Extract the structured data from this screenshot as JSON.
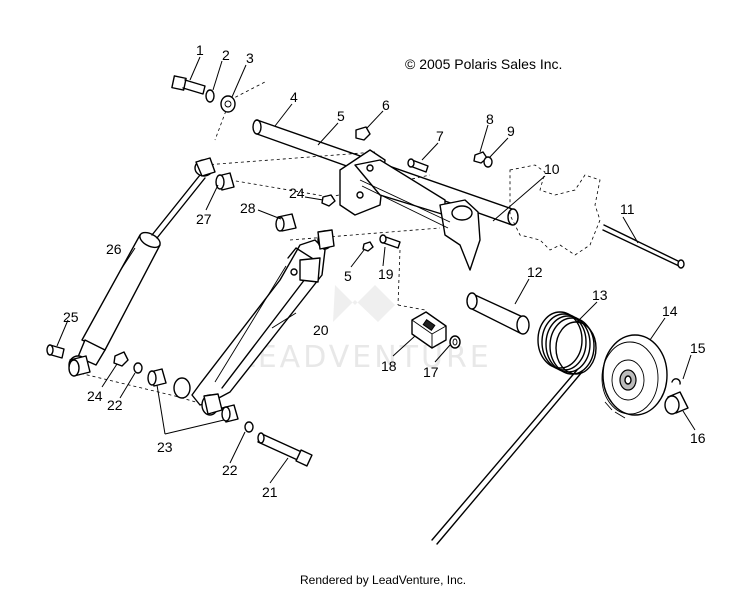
{
  "copyright": "© 2005 Polaris Sales Inc.",
  "footer": "Rendered by LeadVenture, Inc.",
  "watermark": "LEADVENTURE",
  "callouts": {
    "c1": "1",
    "c2": "2",
    "c3": "3",
    "c4": "4",
    "c5a": "5",
    "c5b": "5",
    "c6": "6",
    "c7": "7",
    "c8": "8",
    "c9": "9",
    "c10": "10",
    "c11": "11",
    "c12": "12",
    "c13": "13",
    "c14": "14",
    "c15": "15",
    "c16": "16",
    "c17": "17",
    "c18": "18",
    "c19": "19",
    "c20": "20",
    "c21": "21",
    "c22a": "22",
    "c22b": "22",
    "c23": "23",
    "c24a": "24",
    "c24b": "24",
    "c25": "25",
    "c26": "26",
    "c27": "27",
    "c28": "28"
  }
}
